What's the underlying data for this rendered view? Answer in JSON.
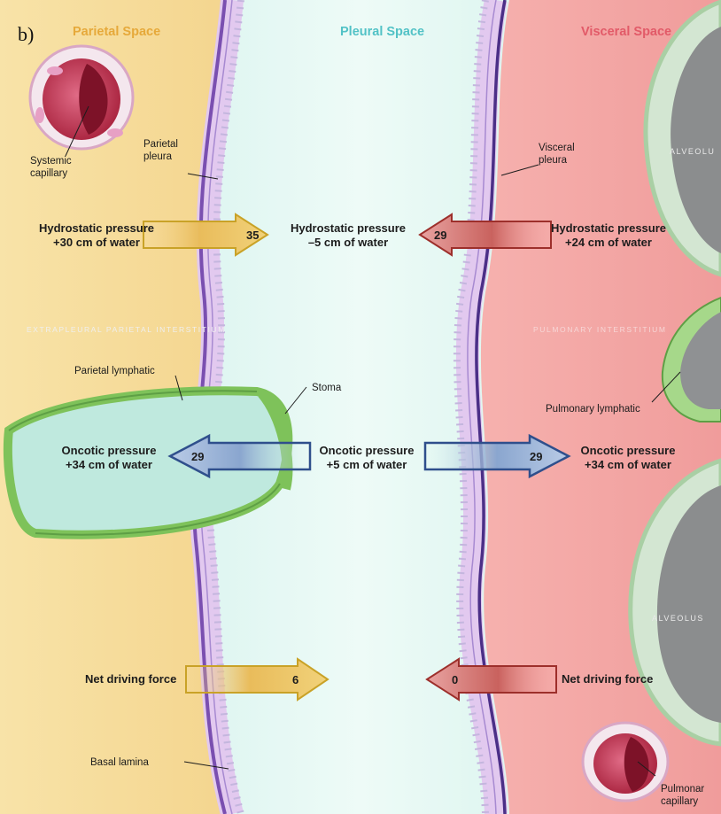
{
  "panel_letter": "b)",
  "headers": {
    "parietal_space": "Parietal Space",
    "pleural_space": "Pleural Space",
    "visceral_space": "Visceral Space"
  },
  "labels": {
    "systemic_capillary": "Systemic capillary",
    "parietal_pleura": "Parietal pleura",
    "visceral_pleura": "Visceral pleura",
    "alveolus_top": "ALVEOLU",
    "alveolus_bottom": "ALVEOLUS",
    "extrapleural_interstitium": "EXTRAPLEURAL PARIETAL INTERSTITIUM",
    "pulmonary_interstitium": "PULMONARY INTERSTITIUM",
    "parietal_lymphatic": "Parietal lymphatic",
    "stoma": "Stoma",
    "pulmonary_lymphatic": "Pulmonary lymphatic",
    "basal_lamina": "Basal lamina",
    "pulmonary_capillary": "Pulmonar capillary"
  },
  "hydrostatic": {
    "parietal": {
      "title": "Hydrostatic pressure",
      "value": "+30 cm of water"
    },
    "pleural": {
      "title": "Hydrostatic pressure",
      "value": "–5 cm of water"
    },
    "visceral": {
      "title": "Hydrostatic pressure",
      "value": "+24 cm of water"
    },
    "left_arrow_value": "35",
    "right_arrow_value": "29"
  },
  "oncotic": {
    "parietal": {
      "title": "Oncotic pressure",
      "value": "+34 cm of water"
    },
    "pleural": {
      "title": "Oncotic pressure",
      "value": "+5 cm of water"
    },
    "visceral": {
      "title": "Oncotic pressure",
      "value": "+34 cm of water"
    },
    "left_arrow_value": "29",
    "right_arrow_value": "29"
  },
  "net": {
    "left_label": "Net driving force",
    "right_label": "Net driving force",
    "left_arrow_value": "6",
    "right_arrow_value": "0"
  },
  "colors": {
    "parietal_bg": "#f7dd9e",
    "pleural_bg": "#d9f5ee",
    "visceral_bg": "#f2a6a4",
    "membrane": "#7a4fb0",
    "lymphatic": "#9fd27a",
    "hydro_left_arrow": "#e8b13b",
    "hydro_right_arrow": "#b8403d",
    "oncotic_arrow": "#2f4f8c"
  }
}
